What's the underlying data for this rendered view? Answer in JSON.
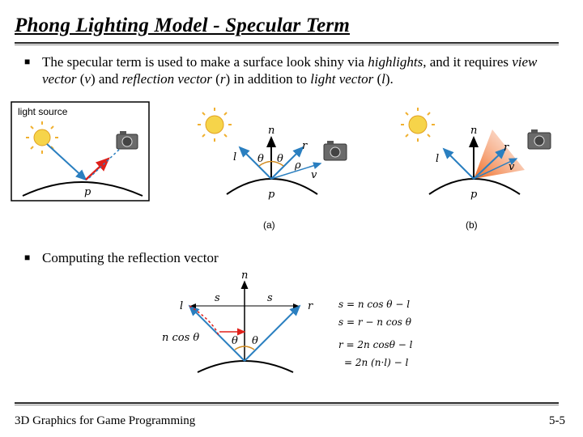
{
  "slide": {
    "title": "Phong Lighting Model - Specular Term",
    "bullet1": {
      "p1": "The specular term is used to make a surface look shiny via ",
      "p1_em": "highlights",
      "p2": ", and it requires ",
      "p2_em": "view vector",
      "p3": " (",
      "p3_em": "v",
      "p4": ") and ",
      "p4_em": "reflection vector",
      "p5": " (",
      "p5_em": "r",
      "p6": ") in addition to ",
      "p6_em": "light vector",
      "p7": " (",
      "p7_em": "l",
      "p8": ")."
    },
    "bullet2": "Computing the reflection vector"
  },
  "figure1": {
    "box_label": "light source",
    "point": "p"
  },
  "figure2": {
    "n": "n",
    "l": "l",
    "r": "r",
    "v": "v",
    "p": "p",
    "theta1": "θ",
    "theta2": "θ",
    "rho": "ρ",
    "caption": "(a)"
  },
  "figure3": {
    "n": "n",
    "l": "l",
    "r": "r",
    "v": "v",
    "p": "p",
    "caption": "(b)"
  },
  "figure4": {
    "n": "n",
    "l": "l",
    "r": "r",
    "s_left": "s",
    "s_right": "s",
    "ncos": "n cos θ",
    "theta1": "θ",
    "theta2": "θ"
  },
  "equations": [
    "s = n cos θ − l",
    "s = r − n cos θ",
    "r = 2n cosθ − l",
    "= 2n (n·l) − l"
  ],
  "footer": {
    "left": "3D Graphics for Game Programming",
    "right": "5-5"
  },
  "colors": {
    "light_vector": "#2a7fc0",
    "view_vector": "#2a7fc0",
    "reflection_vector": "#e0201a",
    "highlight_cone": "#f07a30",
    "sun": "#f6d44a"
  }
}
